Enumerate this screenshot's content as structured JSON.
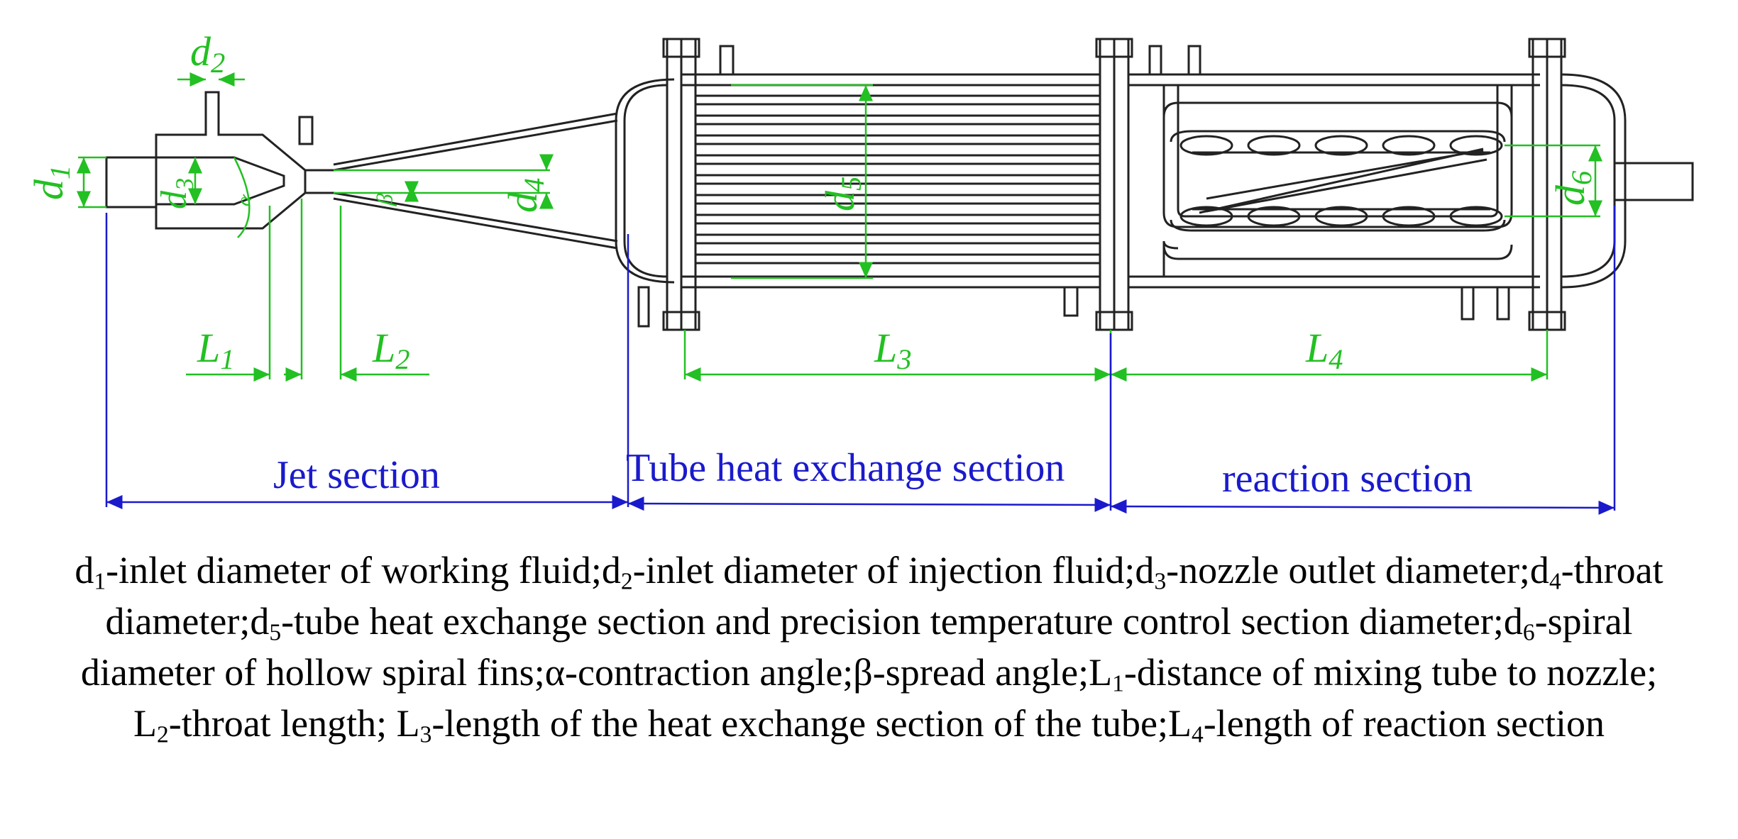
{
  "colors": {
    "outline": "#222222",
    "dimension": "#22c022",
    "section": "#1a1acc",
    "caption": "#000000"
  },
  "dimensions": {
    "d1": {
      "sym": "d",
      "sub": "1"
    },
    "d2": {
      "sym": "d",
      "sub": "2"
    },
    "d3": {
      "sym": "d",
      "sub": "3"
    },
    "d4": {
      "sym": "d",
      "sub": "4"
    },
    "d5": {
      "sym": "d",
      "sub": "5"
    },
    "d6": {
      "sym": "d",
      "sub": "6"
    },
    "L1": {
      "sym": "L",
      "sub": "1"
    },
    "L2": {
      "sym": "L",
      "sub": "2"
    },
    "L3": {
      "sym": "L",
      "sub": "3"
    },
    "L4": {
      "sym": "L",
      "sub": "4"
    },
    "alpha": "α",
    "beta": "β"
  },
  "sections": {
    "jet": "Jet section",
    "tube": "Tube heat exchange section",
    "reaction": "reaction section"
  },
  "caption": [
    {
      "t": "d"
    },
    {
      "s": "1"
    },
    {
      "t": "-inlet diameter of working fluid;d"
    },
    {
      "s": "2"
    },
    {
      "t": "-inlet diameter of injection fluid;d"
    },
    {
      "s": "3"
    },
    {
      "t": "-nozzle outlet diameter;d"
    },
    {
      "s": "4"
    },
    {
      "t": "-throat diameter;d"
    },
    {
      "s": "5"
    },
    {
      "t": "-tube heat exchange section and precision temperature control section diameter;d"
    },
    {
      "s": "6"
    },
    {
      "t": "-spiral diameter of hollow spiral fins;α-contraction angle;β-spread angle;L"
    },
    {
      "s": "1"
    },
    {
      "t": "-distance of mixing tube to nozzle; L"
    },
    {
      "s": "2"
    },
    {
      "t": "-throat length; L"
    },
    {
      "s": "3"
    },
    {
      "t": "-length of the heat exchange section of the tube;L"
    },
    {
      "s": "4"
    },
    {
      "t": "-length of reaction section"
    }
  ]
}
